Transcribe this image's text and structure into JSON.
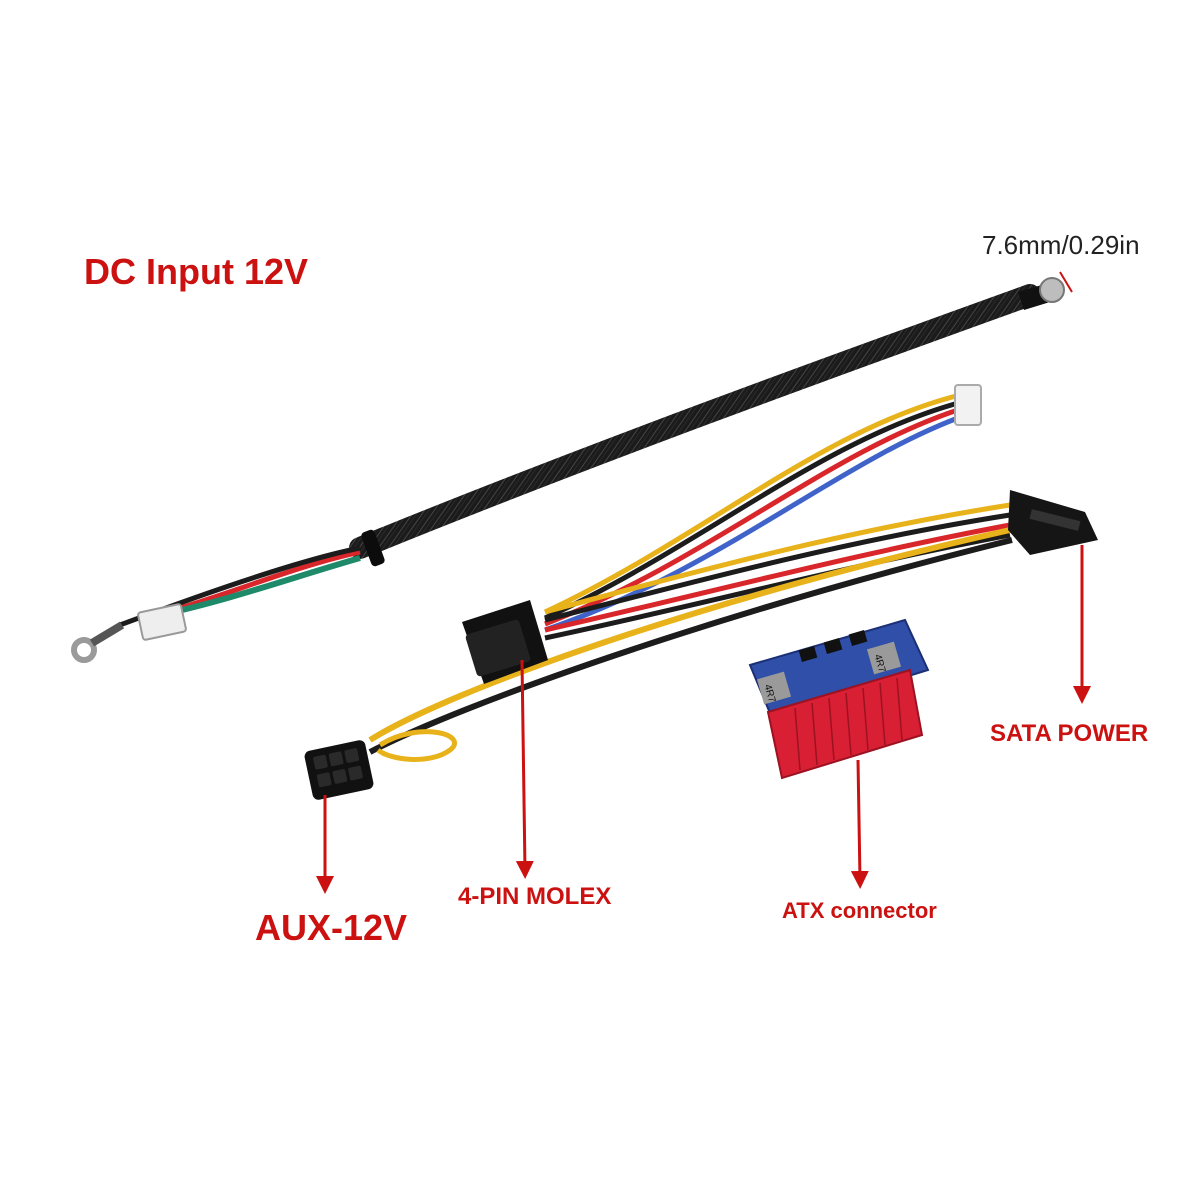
{
  "labels": {
    "dc_input": "DC Input 12V",
    "dimension": "7.6mm/0.29in",
    "sata_power": "SATA POWER",
    "molex": "4-PIN MOLEX",
    "atx": "ATX connector",
    "aux": "AUX-12V"
  },
  "board_marking": "4R7",
  "colors": {
    "callout_red": "#cc1111",
    "wire_yellow": "#e8b21a",
    "wire_red": "#d8262b",
    "wire_blue": "#3f63c8",
    "wire_black": "#1c1c1c",
    "wire_green": "#1f8a6a",
    "pcb_blue": "#2f4fa8",
    "atx_red": "#d81f33"
  }
}
